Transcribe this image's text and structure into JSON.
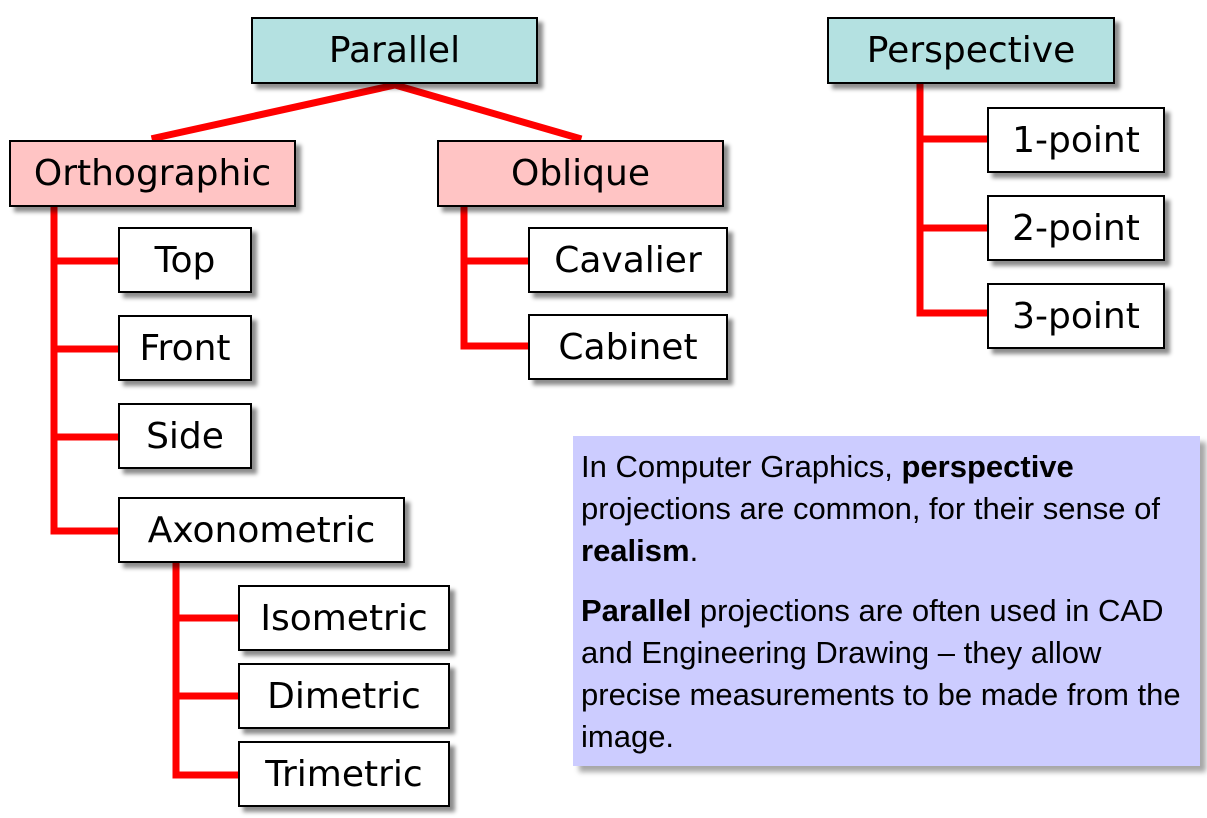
{
  "diagram": {
    "line_color": "#ff0000",
    "nodes": {
      "parallel": "Parallel",
      "perspective": "Perspective",
      "orthographic": "Orthographic",
      "oblique": "Oblique",
      "top": "Top",
      "front": "Front",
      "side": "Side",
      "axonometric": "Axonometric",
      "isometric": "Isometric",
      "dimetric": "Dimetric",
      "trimetric": "Trimetric",
      "cavalier": "Cavalier",
      "cabinet": "Cabinet",
      "one_point": "1-point",
      "two_point": "2-point",
      "three_point": "3-point"
    },
    "colors": {
      "root_fill": "#b4e1e1",
      "category_fill": "#ffc4c4",
      "leaf_fill": "#ffffff",
      "note_fill": "#ccccff"
    }
  },
  "note": {
    "p1": {
      "t1": "In  Computer Graphics, ",
      "b1": "perspective",
      "t2": " projections are common, for their sense of ",
      "b2": "realism",
      "t3": "."
    },
    "p2": {
      "b1": "Parallel",
      "t1": " projections are often used in CAD and Engineering Drawing – they allow precise measurements to be made from the image."
    }
  }
}
